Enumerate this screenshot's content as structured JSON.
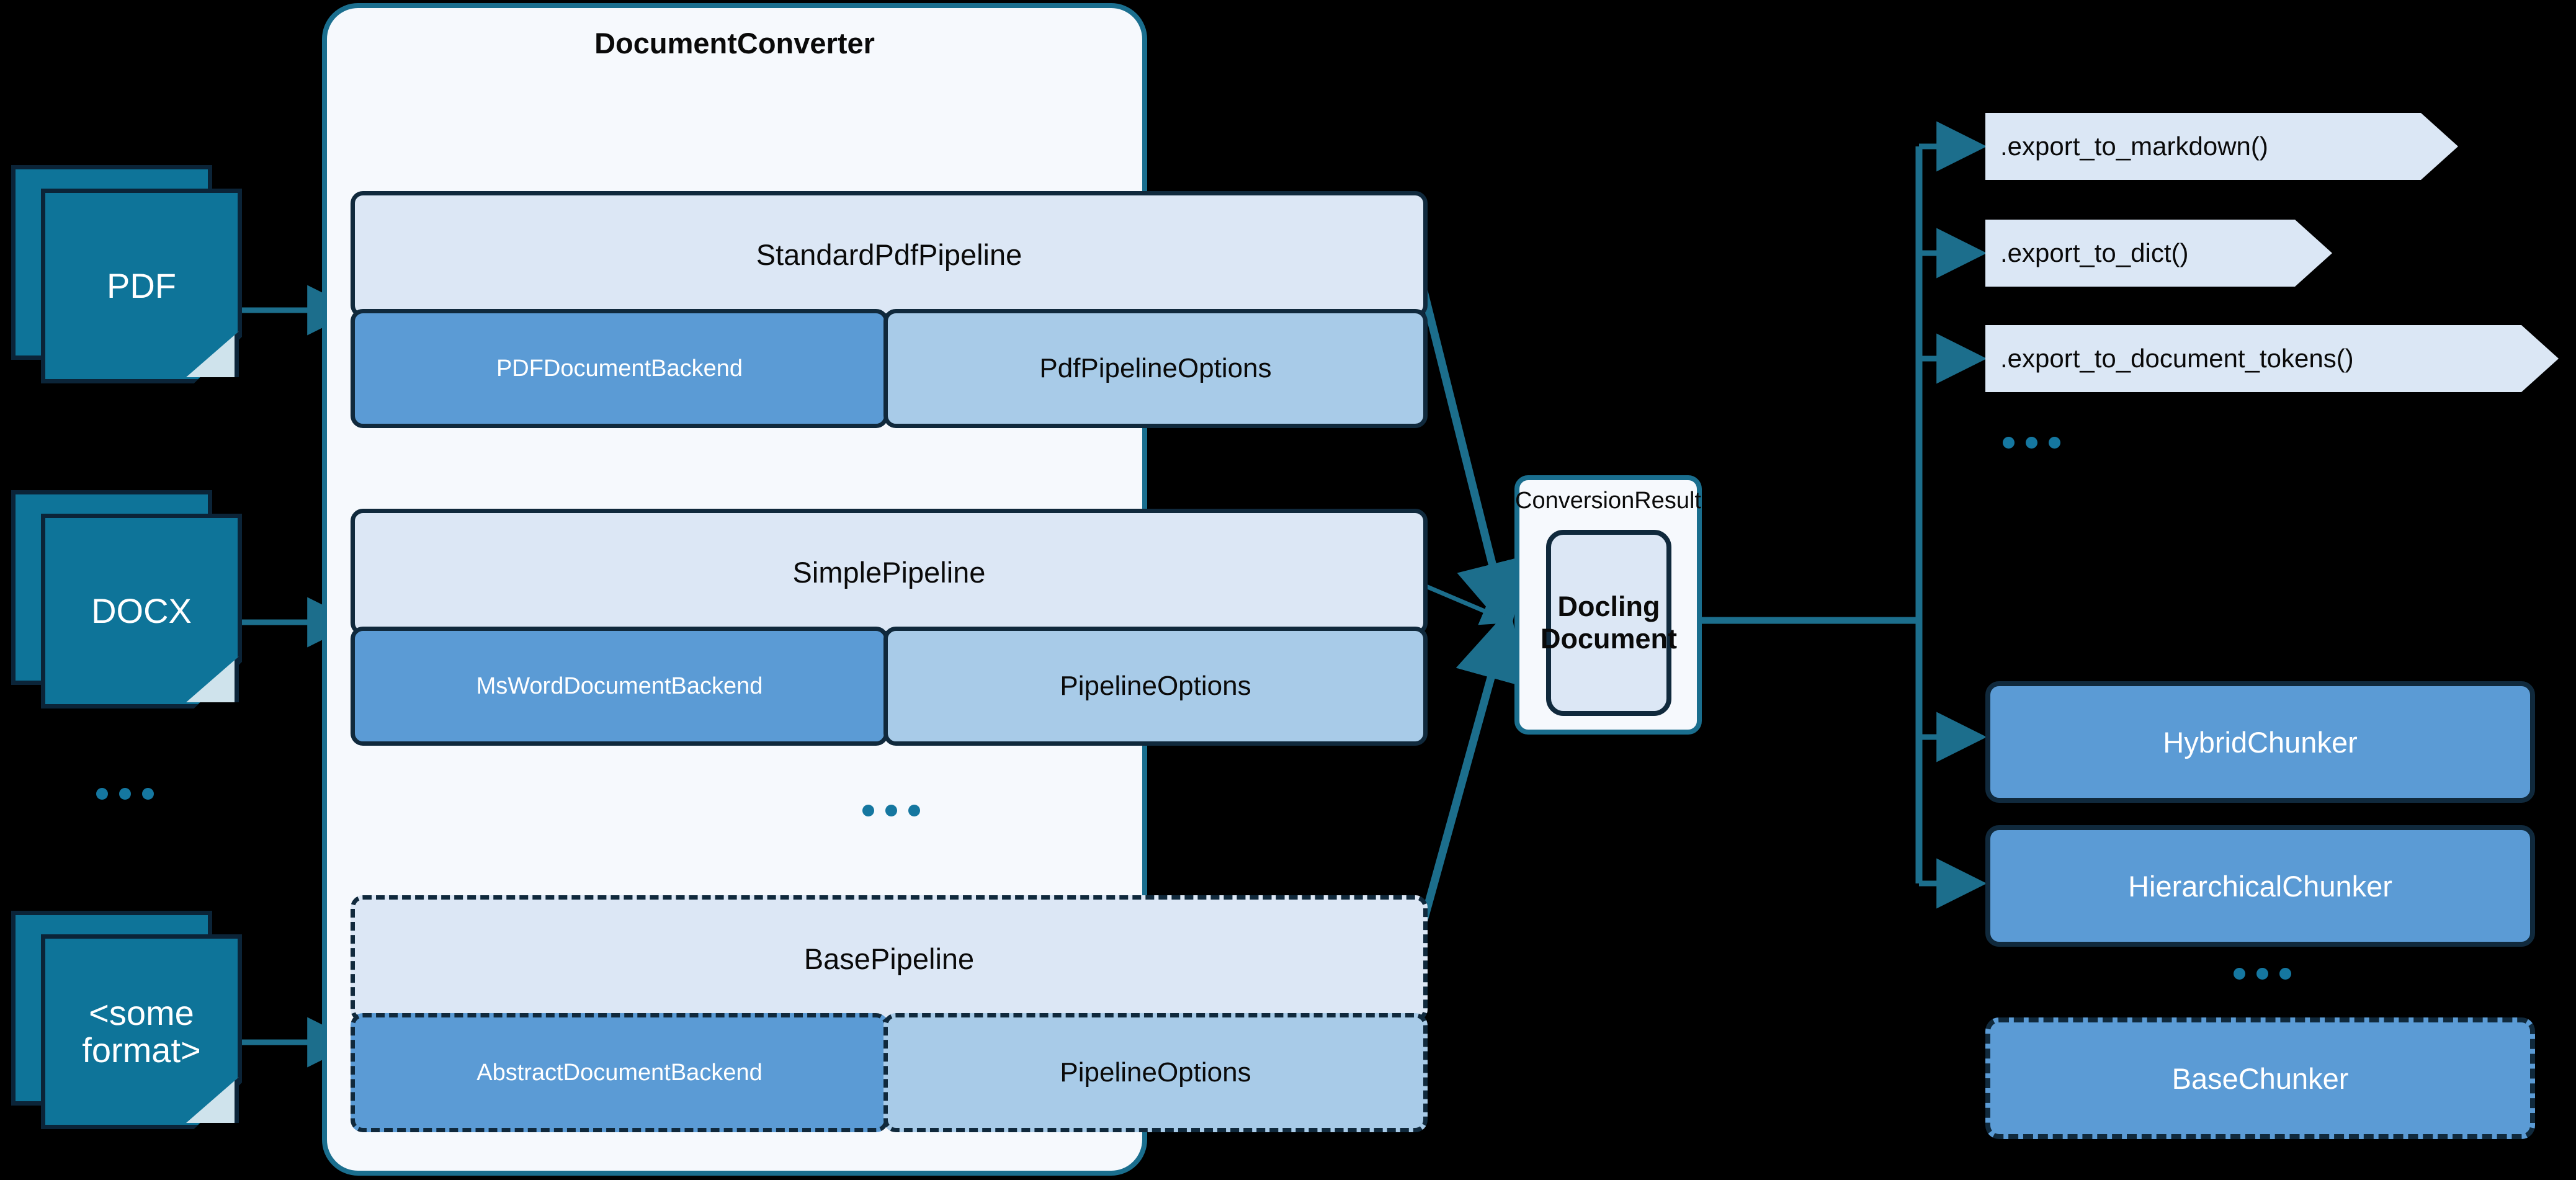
{
  "theme": {
    "background": "#000000",
    "doc_icon_fill": "#0e7499",
    "doc_icon_border": "#0b2438",
    "container_fill": "#f6f9fd",
    "container_border": "#1a6e8e",
    "pipeline_header_fill": "#dce7f5",
    "backend_fill": "#5b9bd5",
    "options_fill": "#a8cbe8",
    "node_border": "#10293c",
    "arrow_color": "#1c6e8c",
    "dot_color": "#1577a0",
    "export_fill": "#dbe7f5"
  },
  "inputs": {
    "items": [
      {
        "label": "PDF"
      },
      {
        "label": "DOCX"
      },
      {
        "label": "<some\nformat>"
      }
    ],
    "ellipsis": "..."
  },
  "converter": {
    "title": "DocumentConverter",
    "ellipsis": "...",
    "pipelines": [
      {
        "name": "StandardPdfPipeline",
        "backend": "PDFDocumentBackend",
        "options": "PdfPipelineOptions",
        "style": "solid"
      },
      {
        "name": "SimplePipeline",
        "backend": "MsWordDocumentBackend",
        "options": "PipelineOptions",
        "style": "solid"
      },
      {
        "name": "BasePipeline",
        "backend": "AbstractDocumentBackend",
        "options": "PipelineOptions",
        "style": "dashed"
      }
    ]
  },
  "result": {
    "label": "ConversionResult",
    "document": "Docling\nDocument"
  },
  "exports": {
    "items": [
      {
        "label": ".export_to_markdown()"
      },
      {
        "label": ".export_to_dict()"
      },
      {
        "label": ".export_to_document_tokens()"
      }
    ],
    "ellipsis": "..."
  },
  "chunkers": {
    "items": [
      {
        "label": "HybridChunker",
        "style": "solid"
      },
      {
        "label": "HierarchicalChunker",
        "style": "solid"
      },
      {
        "label": "BaseChunker",
        "style": "dashed"
      }
    ],
    "ellipsis": "..."
  }
}
